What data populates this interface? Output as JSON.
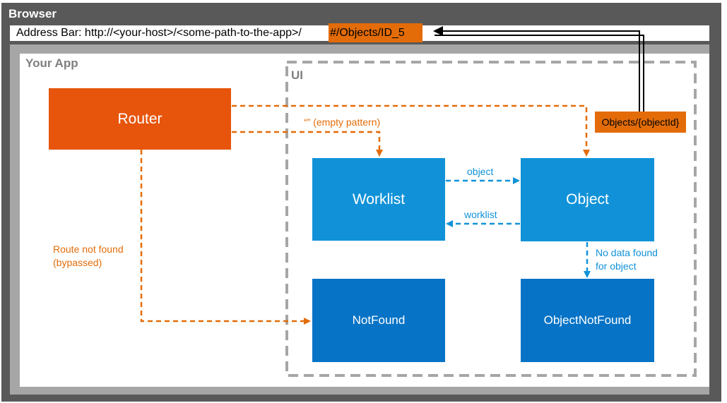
{
  "browser": {
    "title": "Browser",
    "address_bar_text": "Address Bar: http://<your-host>/<some-path-to-the-app>/",
    "hash_text": "#/Objects/ID_5"
  },
  "app": {
    "title": "Your App",
    "ui_title": "UI"
  },
  "nodes": {
    "router": "Router",
    "worklist": "Worklist",
    "object": "Object",
    "not_found": "NotFound",
    "object_not_found": "ObjectNotFound",
    "route_pattern": "Objects/{objectId}"
  },
  "edge_labels": {
    "empty_pattern": "“” (empty pattern)",
    "route_not_found_line1": "Route not found",
    "route_not_found_line2": "(bypassed)",
    "object": "object",
    "worklist": "worklist",
    "no_data_line1": "No data found",
    "no_data_line2": "for object"
  },
  "colors": {
    "browser_frame": "#595959",
    "app_frame": "#a6a6a6",
    "router": "#e6550b",
    "highlight_orange": "#e36c09",
    "view_blue": "#1192d8",
    "notfound_blue": "#0673c6",
    "dashed_gray": "#a6a6a6"
  }
}
